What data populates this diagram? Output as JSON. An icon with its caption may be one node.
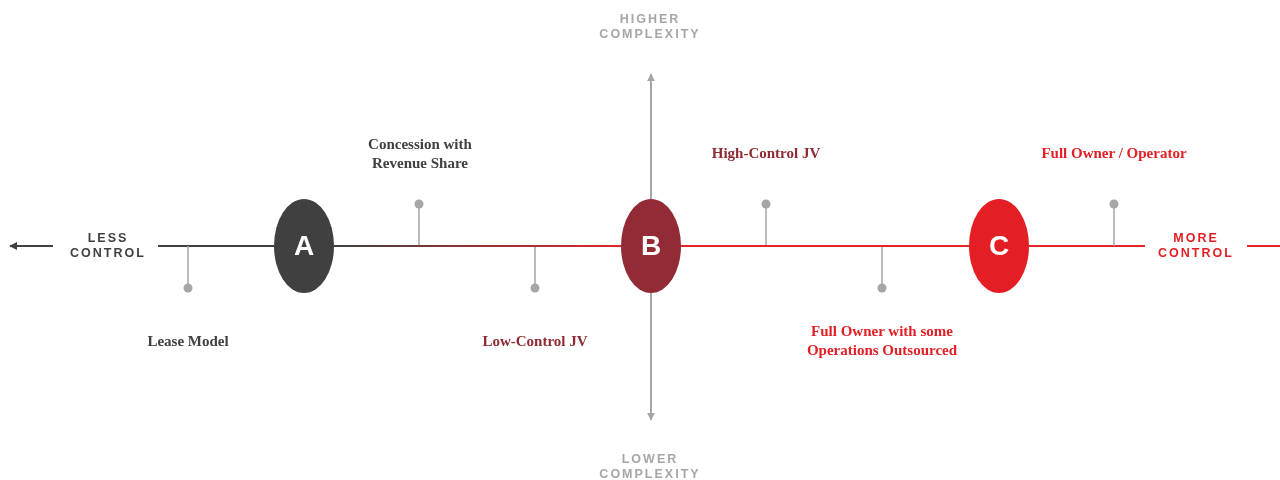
{
  "diagram": {
    "nodes": [
      {
        "text": [
          "A"
        ]
      },
      {
        "text": [
          "B"
        ]
      },
      {
        "text": [
          "C"
        ]
      }
    ],
    "edges": [
      {
        "from": 0,
        "to": 1,
        "arrow": "none"
      },
      {
        "from": 1,
        "to": 2,
        "arrow": "none"
      }
    ],
    "labels": [
      "HIGHER COMPLEXITY",
      "Concession with Revenue Share",
      "High-Control JV",
      "Full Owner / Operator",
      "LESS CONTROL",
      "MORE CONTROL",
      "Lease Model",
      "Low-Control JV",
      "Full Owner with some Operations Outsourced",
      "LOWER COMPLEXITY"
    ]
  }
}
